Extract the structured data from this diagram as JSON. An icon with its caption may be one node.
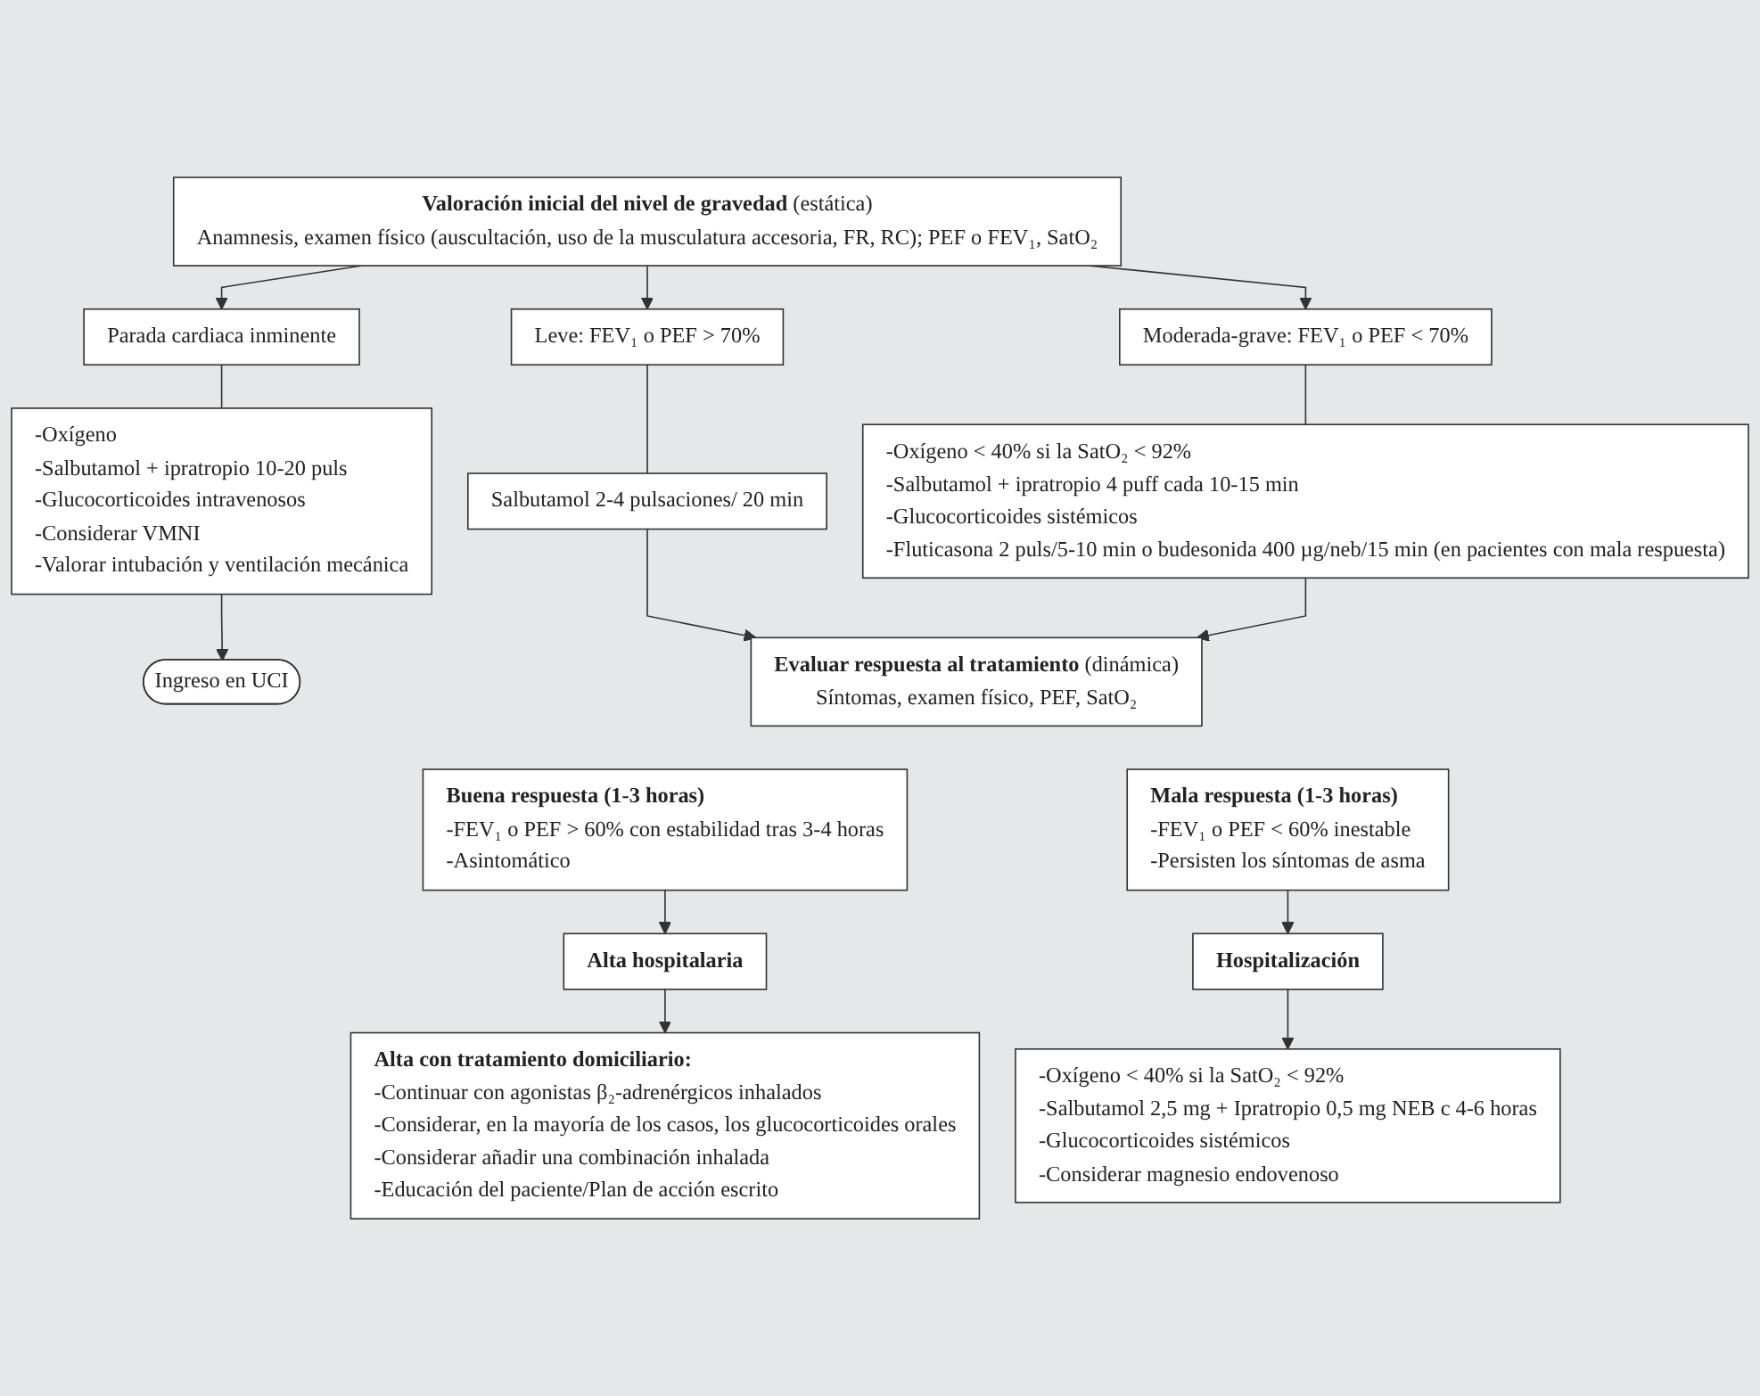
{
  "diagram": {
    "nodes": [
      {
        "text": [
          "**Valoración inicial del nivel de gravedad** (estática)",
          "Anamnesis, examen físico (auscultación, uso de la musculatura accesoria, FR, RC); PEF o FEV₁, SatO₂"
        ]
      },
      {
        "text": [
          "Leve: FEV₁ o PEF > 70%"
        ]
      },
      {
        "text": [
          "Moderada-grave: FEV₁ o PEF < 70%"
        ]
      },
      {
        "text": [
          "Parada cardiaca inminente"
        ]
      },
      {
        "text": [
          "Salbutamol 2-4 pulsaciones/ 20 min"
        ]
      },
      {
        "text": [
          "-Oxígeno < 40% si la SatO₂ < 92%",
          "-Salbutamol + ipratropio 4 puff cada 10-15 min",
          "-Glucocorticoides sistémicos",
          "-Fluticasona 2 puls/5-10 min o budesonida 400 µg/neb/15 min (en pacientes con mala respuesta)"
        ]
      },
      {
        "text": [
          "-Oxígeno",
          "-Salbutamol + ipratropio 10-20 puls",
          "-Glucocorticoides intravenosos",
          "-Considerar VMNI",
          "-Valorar intubación y ventilación mecánica"
        ]
      },
      {
        "text": [
          "Ingreso en UCI"
        ]
      },
      {
        "text": [
          "**Evaluar respuesta al tratamiento** (dinámica)",
          "Síntomas, examen físico, PEF, SatO₂"
        ]
      },
      {
        "text": [
          "Buena respuesta (1-3 horas)",
          "-FEV₁ o PEF > 60% con estabilidad tras 3-4 horas",
          "-Asintomático"
        ]
      },
      {
        "text": [
          "Mala respuesta (1-3 horas)",
          "-FEV₁ o PEF < 60% inestable",
          "-Persisten los síntomas de asma"
        ]
      },
      {
        "text": [
          "Alta hospitalaria"
        ]
      },
      {
        "text": [
          "Hospitalización"
        ]
      },
      {
        "text": [
          "Alta con tratamiento domiciliario:",
          "-Continuar con agonistas β₂-adrenérgicos inhalados",
          "-Considerar, en la mayoría de los casos, los glucocorticoides orales",
          "-Considerar añadir una combinación inhalada",
          "-Educación del paciente/Plan de acción escrito"
        ]
      },
      {
        "text": [
          "-Oxígeno < 40% si la SatO₂ < 92%",
          "-Salbutamol 2,5 mg + Ipratropio 0,5 mg NEB c 4-6 horas",
          "-Glucocorticoides sistémicos",
          "-Considerar magnesio endovenoso"
        ]
      }
    ],
    "edges": [
      {
        "from": 0,
        "to": 1,
        "arrow": "to"
      },
      {
        "from": 0,
        "to": 2,
        "arrow": "to"
      },
      {
        "from": 0,
        "to": 3,
        "arrow": "to"
      },
      {
        "from": 1,
        "to": 4,
        "arrow": "none"
      },
      {
        "from": 2,
        "to": 5,
        "arrow": "none"
      },
      {
        "from": 3,
        "to": 6,
        "arrow": "none"
      },
      {
        "from": 6,
        "to": 7,
        "arrow": "to"
      },
      {
        "from": 4,
        "to": 8,
        "arrow": "to"
      },
      {
        "from": 5,
        "to": 8,
        "arrow": "to"
      },
      {
        "from": 9,
        "to": 11,
        "arrow": "to"
      },
      {
        "from": 10,
        "to": 12,
        "arrow": "to"
      },
      {
        "from": 11,
        "to": 13,
        "arrow": "to"
      },
      {
        "from": 12,
        "to": 14,
        "arrow": "to"
      }
    ]
  }
}
